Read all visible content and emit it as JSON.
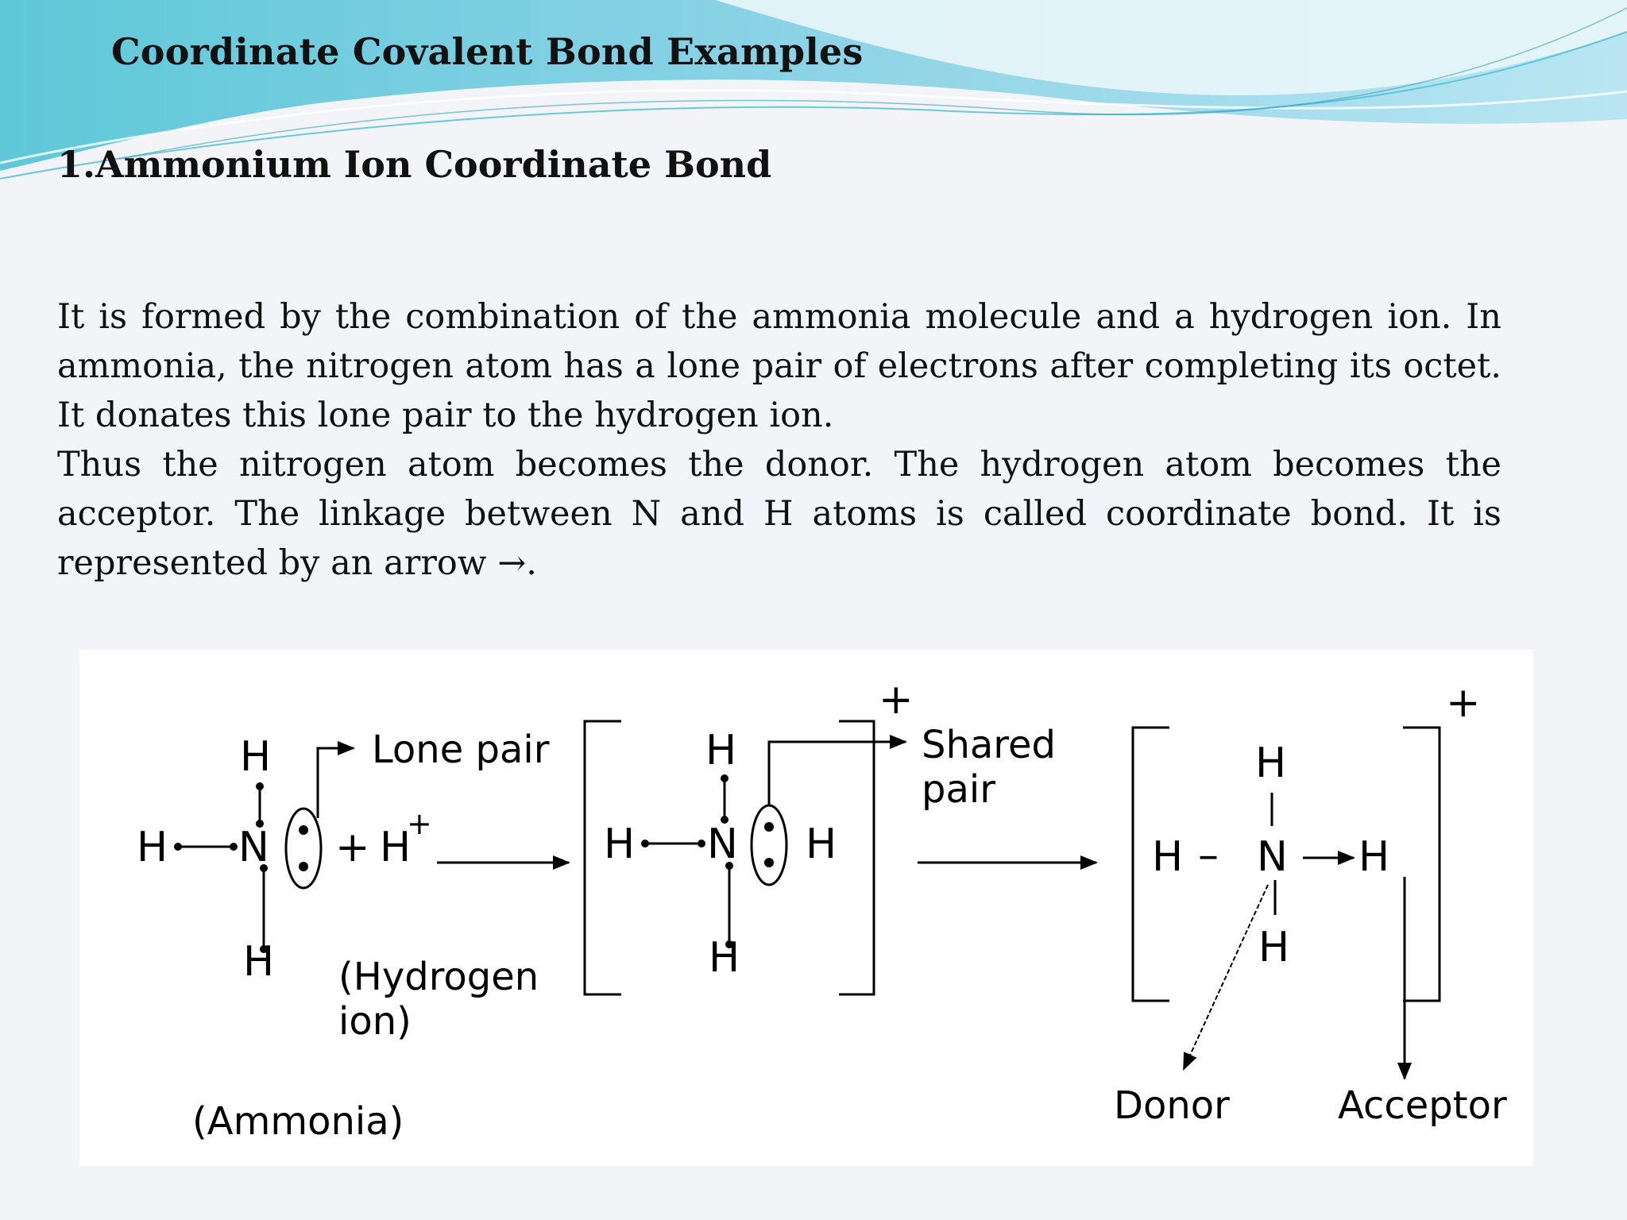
{
  "slide": {
    "title": "Coordinate Covalent Bond Examples",
    "subtitle": "1.Ammonium Ion Coordinate Bond",
    "paragraphs": [
      "It is formed by the combination of the ammonia molecule and a hydrogen ion. In ammonia, the nitrogen atom has a lone pair of electrons after completing its octet. It donates this lone pair to the hydrogen ion.",
      "Thus the nitrogen atom becomes the donor. The hydrogen atom becomes the acceptor. The linkage between N and H atoms is called coordinate bond. It is represented by an arrow →."
    ]
  },
  "diagram": {
    "atoms": {
      "hydrogen": "H",
      "nitrogen": "N"
    },
    "symbols": {
      "plus": "+",
      "dash": "—",
      "bond": "–",
      "vbond": "|"
    },
    "labels": {
      "lone_pair": "Lone pair",
      "hydrogen_ion_1": "(Hydrogen",
      "hydrogen_ion_2": "ion)",
      "ammonia": "(Ammonia)",
      "shared_pair_1": "Shared",
      "shared_pair_2": "pair",
      "donor": "Donor",
      "acceptor": "Acceptor"
    }
  }
}
